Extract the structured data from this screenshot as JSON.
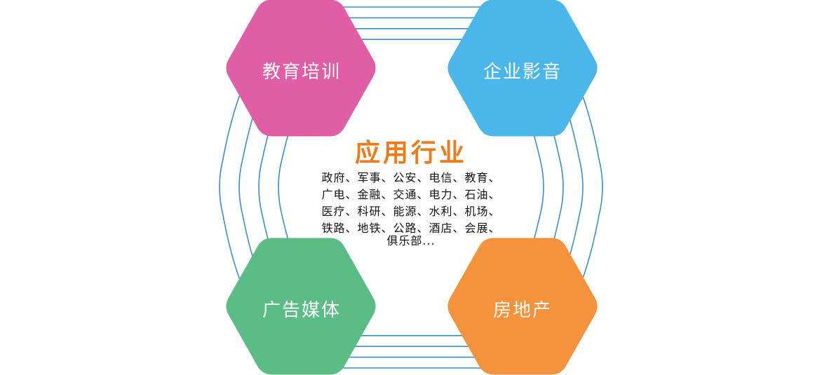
{
  "hexagons": {
    "top_left": {
      "label": "教育培训",
      "color": "#e05ea6"
    },
    "top_right": {
      "label": "企业影音",
      "color": "#4bb6ea"
    },
    "bottom_left": {
      "label": "广告媒体",
      "color": "#5bbd85"
    },
    "bottom_right": {
      "label": "房地产",
      "color": "#f7923c"
    }
  },
  "connector_color": "#3a8fc7",
  "center": {
    "title": "应用行业",
    "title_color": "#f07a19",
    "lines": [
      "政府、军事、公安、电信、教育、",
      "广电、金融、交通、电力、石油、",
      "医疗、科研、能源、水利、机场、",
      "铁路、地铁、公路、酒店、会展、",
      "俱乐部..."
    ]
  }
}
